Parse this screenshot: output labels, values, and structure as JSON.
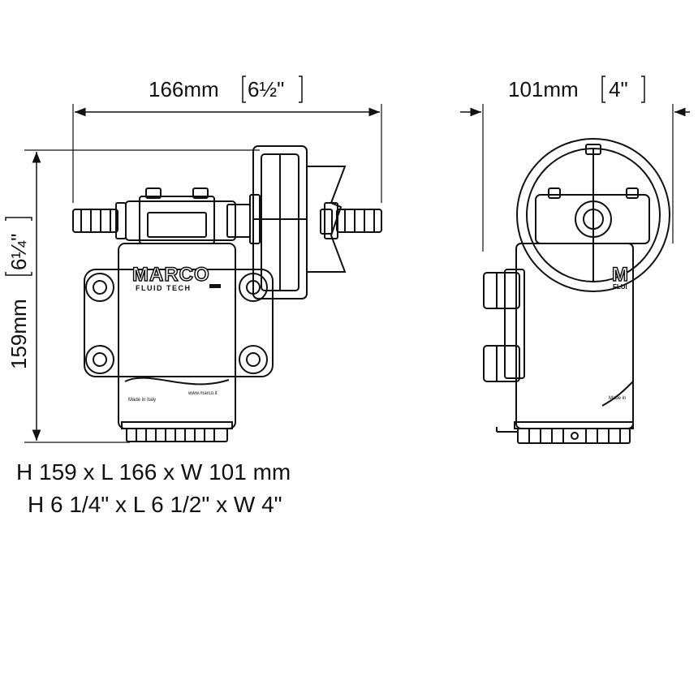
{
  "dimensions": {
    "length_label": "166mm",
    "length_inch": "6½\"",
    "width_label": "101mm",
    "width_inch": "4\"",
    "height_label": "159mm",
    "height_inch": "6¼\""
  },
  "brand": {
    "name": "MARCO",
    "sub": "FLUID TECH"
  },
  "caption": {
    "metric": "H 159 x L 166 x W 101 mm",
    "imperial": "H 6 1/4\" x L 6 1/2\" x W 4\""
  }
}
